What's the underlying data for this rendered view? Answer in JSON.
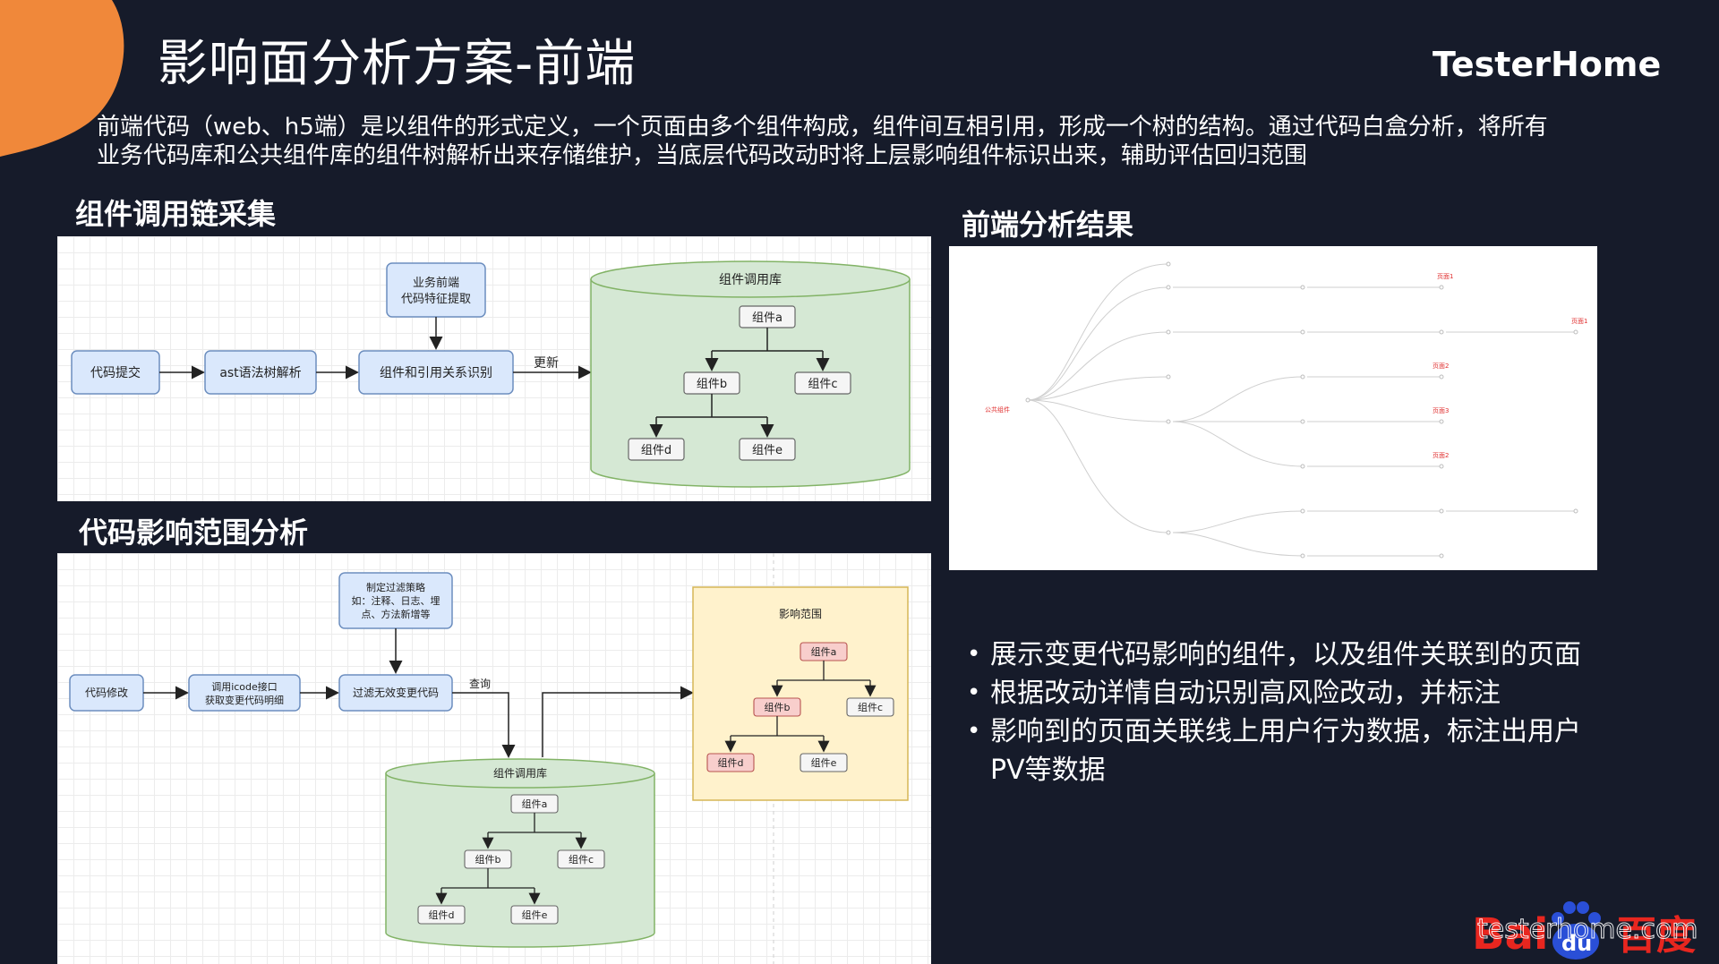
{
  "slide": {
    "title": "影响面分析方案-前端",
    "brand": "TesterHome",
    "intro_line1": "前端代码（web、h5端）是以组件的形式定义，一个页面由多个组件构成，组件间互相引用，形成一个树的结构。通过代码白盒分析，将所有",
    "intro_line2": "业务代码库和公共组件库的组件树解析出来存储维护，当底层代码改动时将上层影响组件标识出来，辅助评估回归范围",
    "accent_color": "#f0883a",
    "background_color": "#161b2a"
  },
  "collect": {
    "heading": "组件调用链采集",
    "feature_extract_line1": "业务前端",
    "feature_extract_line2": "代码特征提取",
    "code_submit": "代码提交",
    "ast_parse": "ast语法树解析",
    "relation_identify": "组件和引用关系识别",
    "update_label": "更新",
    "db_title": "组件调用库",
    "comp_a": "组件a",
    "comp_b": "组件b",
    "comp_c": "组件c",
    "comp_d": "组件d",
    "comp_e": "组件e"
  },
  "impact": {
    "heading": "代码影响范围分析",
    "strategy_line1": "制定过滤策略",
    "strategy_line2": "如：注释、日志、埋",
    "strategy_line3": "点、方法新增等",
    "code_modify": "代码修改",
    "icode_line1": "调用icode接口",
    "icode_line2": "获取变更代码明细",
    "filter_invalid": "过滤无效变更代码",
    "query_label": "查询",
    "db_title": "组件调用库",
    "scope_title": "影响范围",
    "comp_a": "组件a",
    "comp_b": "组件b",
    "comp_c": "组件c",
    "comp_d": "组件d",
    "comp_e": "组件e"
  },
  "results": {
    "heading": "前端分析结果",
    "root_label": "公共组件",
    "page1": "页面1",
    "page2": "页面2",
    "page3": "页面3"
  },
  "bullets": [
    "展示变更代码影响的组件，以及组件关联到的页面",
    "根据改动详情自动识别高风险改动，并标注",
    "影响到的页面关联线上用户行为数据，标注出用户PV等数据"
  ],
  "watermark": {
    "text": "testerhome.com",
    "logo_text": "Bai du 百度"
  }
}
